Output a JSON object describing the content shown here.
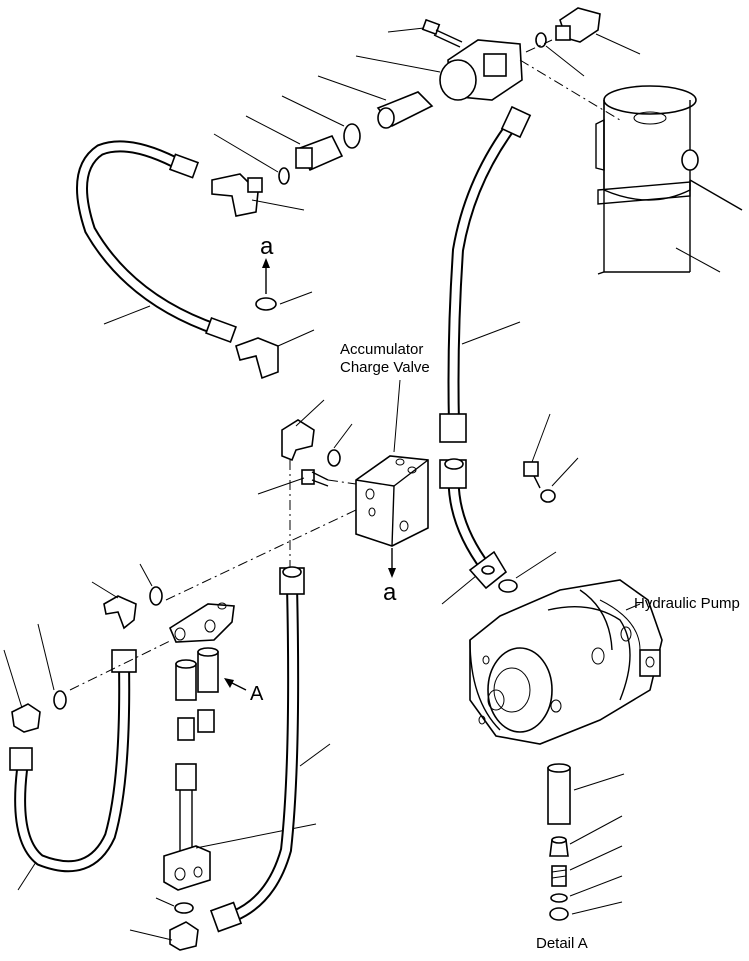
{
  "labels": {
    "accumulator_line1": "Accumulator",
    "accumulator_line2": "Charge Valve",
    "hydraulic_pump": "Hydraulic Pump",
    "detail_a": "Detail A",
    "ref_a_top": "a",
    "ref_a_bottom": "a",
    "ref_A": "A"
  }
}
